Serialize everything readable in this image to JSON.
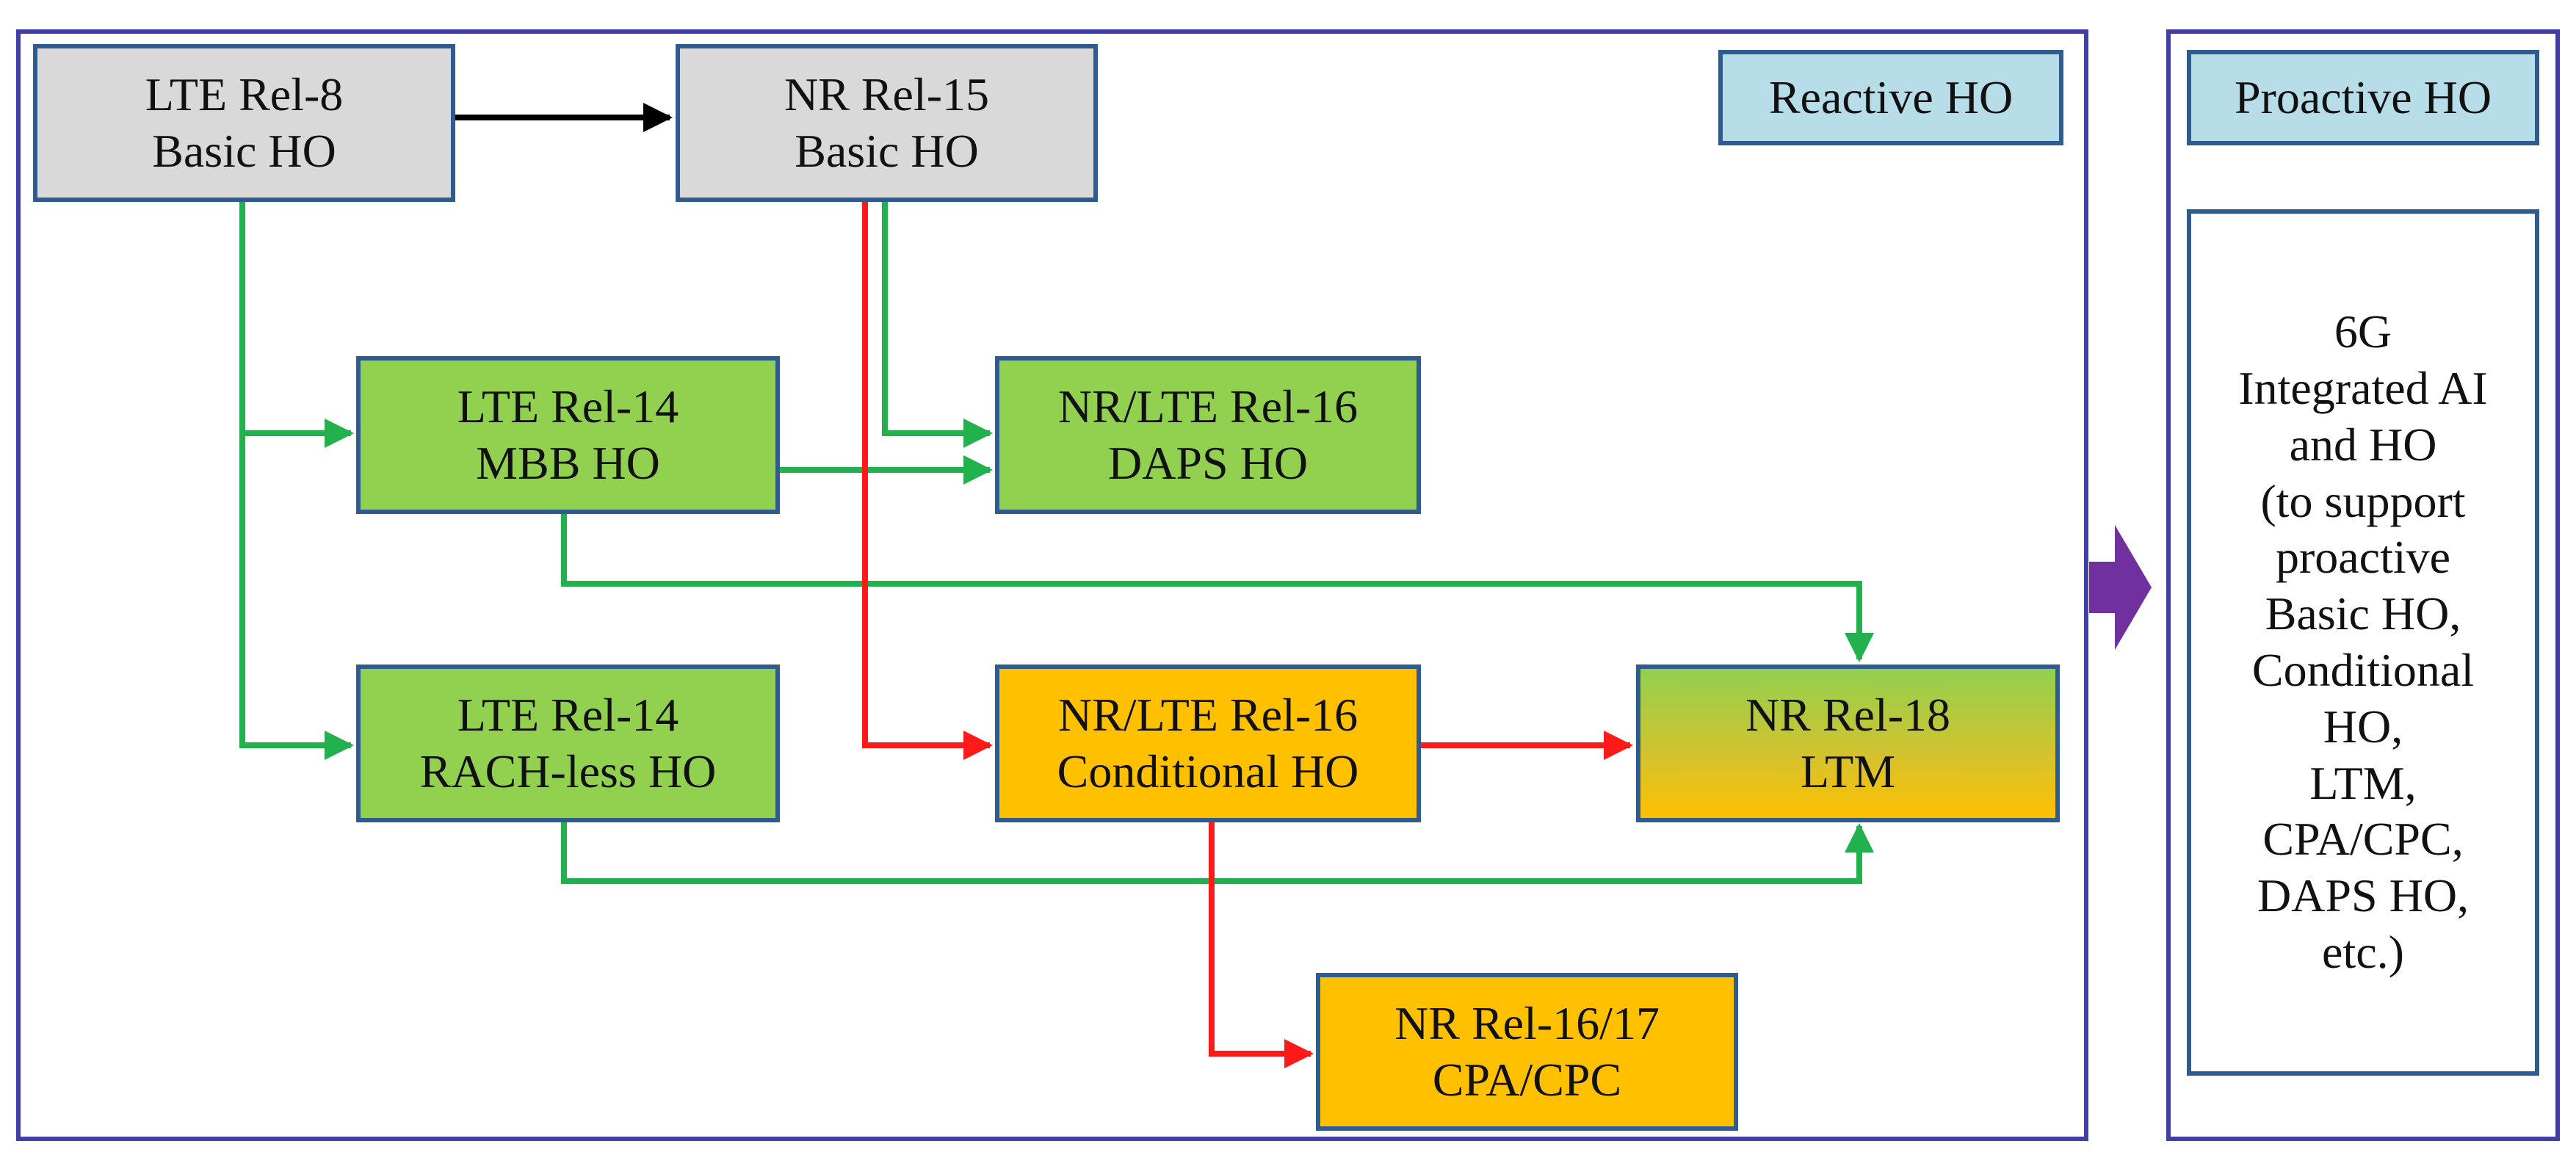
{
  "colors": {
    "frame": "#3f3fa6",
    "box_border": "#2e5c8e",
    "gray": "#d9d9d9",
    "green": "#92d050",
    "orange": "#ffc000",
    "label_bg": "#b7dde8",
    "arrow_black": "#000000",
    "arrow_green": "#22b14c",
    "arrow_red": "#ff1a1a",
    "transition_arrow": "#7030a0"
  },
  "reactive": {
    "label": "Reactive HO",
    "nodes": {
      "lte_rel8": {
        "line1": "LTE Rel-8",
        "line2": "Basic HO"
      },
      "nr_rel15": {
        "line1": "NR Rel-15",
        "line2": "Basic HO"
      },
      "lte_mbb": {
        "line1": "LTE Rel-14",
        "line2": "MBB HO"
      },
      "daps": {
        "line1": "NR/LTE Rel-16",
        "line2": "DAPS HO"
      },
      "lte_rach": {
        "line1": "LTE Rel-14",
        "line2": "RACH-less HO"
      },
      "cho": {
        "line1": "NR/LTE Rel-16",
        "line2": "Conditional HO"
      },
      "ltm": {
        "line1": "NR Rel-18",
        "line2": "LTM"
      },
      "cpa": {
        "line1": "NR Rel-16/17",
        "line2": "CPA/CPC"
      }
    }
  },
  "proactive": {
    "label": "Proactive HO",
    "lines": [
      "6G",
      "Integrated AI",
      "and HO",
      "(to support",
      "proactive",
      "Basic HO,",
      "Conditional",
      "HO,",
      "LTM,",
      "CPA/CPC,",
      "DAPS HO,",
      "etc.)"
    ]
  }
}
